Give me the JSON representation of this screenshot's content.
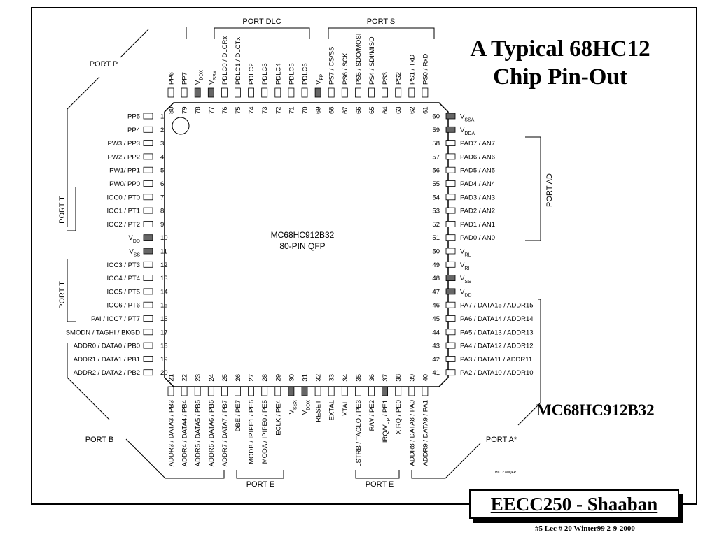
{
  "title": {
    "line1": "A Typical 68HC12",
    "line2": "Chip Pin-Out"
  },
  "part_number": "MC68HC912B32",
  "course": "EECC250 - Shaaban",
  "footer": "#5   Lec # 20   Winter99  2-9-2000",
  "chip": {
    "name": "MC68HC912B32",
    "package": "80-PIN QFP",
    "tag": "HC12 80QFP"
  },
  "left_pins": [
    {
      "num": "1",
      "label": "PP5"
    },
    {
      "num": "2",
      "label": "PP4"
    },
    {
      "num": "3",
      "label": "PW3 / PP3"
    },
    {
      "num": "4",
      "label": "PW2 / PP2"
    },
    {
      "num": "5",
      "label": "PW1/ PP1"
    },
    {
      "num": "6",
      "label": "PW0/ PP0"
    },
    {
      "num": "7",
      "label": "IOC0 / PT0"
    },
    {
      "num": "8",
      "label": "IOC1 / PT1"
    },
    {
      "num": "9",
      "label": "IOC2 / PT2"
    },
    {
      "num": "10",
      "label": "V",
      "sub": "DD",
      "power": true
    },
    {
      "num": "11",
      "label": "V",
      "sub": "SS",
      "power": true
    },
    {
      "num": "12",
      "label": "IOC3 / PT3"
    },
    {
      "num": "13",
      "label": "IOC4 / PT4"
    },
    {
      "num": "14",
      "label": "IOC5 / PT5"
    },
    {
      "num": "15",
      "label": "IOC6 / PT6"
    },
    {
      "num": "16",
      "label": "PAI / IOC7 / PT7"
    },
    {
      "num": "17",
      "label": "SMODN / TAGHI / BKGD"
    },
    {
      "num": "18",
      "label": "ADDR0 / DATA0 / PB0"
    },
    {
      "num": "19",
      "label": "ADDR1 / DATA1 / PB1"
    },
    {
      "num": "20",
      "label": "ADDR2 / DATA2 / PB2"
    }
  ],
  "right_pins": [
    {
      "num": "60",
      "label": "V",
      "sub": "SSA",
      "power": true
    },
    {
      "num": "59",
      "label": "V",
      "sub": "DDA",
      "power": true
    },
    {
      "num": "58",
      "label": "PAD7 / AN7"
    },
    {
      "num": "57",
      "label": "PAD6 / AN6"
    },
    {
      "num": "56",
      "label": "PAD5 / AN5"
    },
    {
      "num": "55",
      "label": "PAD4 / AN4"
    },
    {
      "num": "54",
      "label": "PAD3 / AN3"
    },
    {
      "num": "53",
      "label": "PAD2 / AN2"
    },
    {
      "num": "52",
      "label": "PAD1 / AN1"
    },
    {
      "num": "51",
      "label": "PAD0 / AN0"
    },
    {
      "num": "50",
      "label": "V",
      "sub": "RL"
    },
    {
      "num": "49",
      "label": "V",
      "sub": "RH"
    },
    {
      "num": "48",
      "label": "V",
      "sub": "SS",
      "power": true
    },
    {
      "num": "47",
      "label": "V",
      "sub": "DD",
      "power": true
    },
    {
      "num": "46",
      "label": "PA7 / DATA15 / ADDR15"
    },
    {
      "num": "45",
      "label": "PA6 / DATA14 / ADDR14"
    },
    {
      "num": "44",
      "label": "PA5 / DATA13 / ADDR13"
    },
    {
      "num": "43",
      "label": "PA4 / DATA12 / ADDR12"
    },
    {
      "num": "42",
      "label": "PA3 / DATA11 / ADDR11"
    },
    {
      "num": "41",
      "label": "PA2 / DATA10 / ADDR10"
    }
  ],
  "top_pins": [
    {
      "num": "80",
      "label": "PP6"
    },
    {
      "num": "79",
      "label": "PP7"
    },
    {
      "num": "78",
      "label": "V",
      "sub": "DDX",
      "power": true
    },
    {
      "num": "77",
      "label": "V",
      "sub": "SSX",
      "power": true
    },
    {
      "num": "76",
      "label": "PDLC0 / DLCRx"
    },
    {
      "num": "75",
      "label": "PDLC1 / DLCTx"
    },
    {
      "num": "74",
      "label": "PDLC2"
    },
    {
      "num": "73",
      "label": "PDLC3"
    },
    {
      "num": "72",
      "label": "PDLC4"
    },
    {
      "num": "71",
      "label": "PDLC5"
    },
    {
      "num": "70",
      "label": "PDLC6"
    },
    {
      "num": "69",
      "label": "V",
      "sub": "FP",
      "power": true
    },
    {
      "num": "68",
      "label": "PS7 / CS/SS"
    },
    {
      "num": "67",
      "label": "PS6 / SCK"
    },
    {
      "num": "66",
      "label": "PS5 / SDO/MOSI"
    },
    {
      "num": "65",
      "label": "PS4 / SDI/MISO"
    },
    {
      "num": "64",
      "label": "PS3"
    },
    {
      "num": "63",
      "label": "PS2"
    },
    {
      "num": "62",
      "label": "PS1 / TxD"
    },
    {
      "num": "61",
      "label": "PS0 / RxD"
    }
  ],
  "bottom_pins": [
    {
      "num": "21",
      "label": "ADDR3 / DATA3 / PB3"
    },
    {
      "num": "22",
      "label": "ADDR4 / DATA4 / PB4"
    },
    {
      "num": "23",
      "label": "ADDR5 / DATA5 / PB5"
    },
    {
      "num": "24",
      "label": "ADDR6 / DATA6 / PB6"
    },
    {
      "num": "25",
      "label": "ADDR7 / DATA7 / PB7"
    },
    {
      "num": "26",
      "label": "DBE / PE7"
    },
    {
      "num": "27",
      "label": "MODB / IPIPE1 / PE6"
    },
    {
      "num": "28",
      "label": "MODA / IPIPE0 / PE5"
    },
    {
      "num": "29",
      "label": "ECLK / PE4"
    },
    {
      "num": "30",
      "label": "V",
      "sub": "SSX",
      "power": true
    },
    {
      "num": "31",
      "label": "V",
      "sub": "DDX",
      "power": true
    },
    {
      "num": "32",
      "label": "RESET"
    },
    {
      "num": "33",
      "label": "EXTAL"
    },
    {
      "num": "34",
      "label": "XTAL"
    },
    {
      "num": "35",
      "label": "LSTRB / TAGLO / PE3"
    },
    {
      "num": "36",
      "label": "R/W / PE2"
    },
    {
      "num": "37",
      "label": "IRQ/V",
      "sub": "PP",
      "tail": " / PE1",
      "power": true
    },
    {
      "num": "38",
      "label": "XIRQ / PE0"
    },
    {
      "num": "39",
      "label": "ADDR8 / DATA8 / PA0"
    },
    {
      "num": "40",
      "label": "ADDR9 / DATA9 / PA1"
    }
  ],
  "port_labels": {
    "dlc": "PORT DLC",
    "s": "PORT S",
    "p": "PORT P",
    "t_upper": "PORT T",
    "t_lower": "PORT T",
    "ad": "PORT AD",
    "b": "PORT B",
    "a": "PORT A*",
    "e_left": "PORT E",
    "e_right": "PORT E"
  }
}
